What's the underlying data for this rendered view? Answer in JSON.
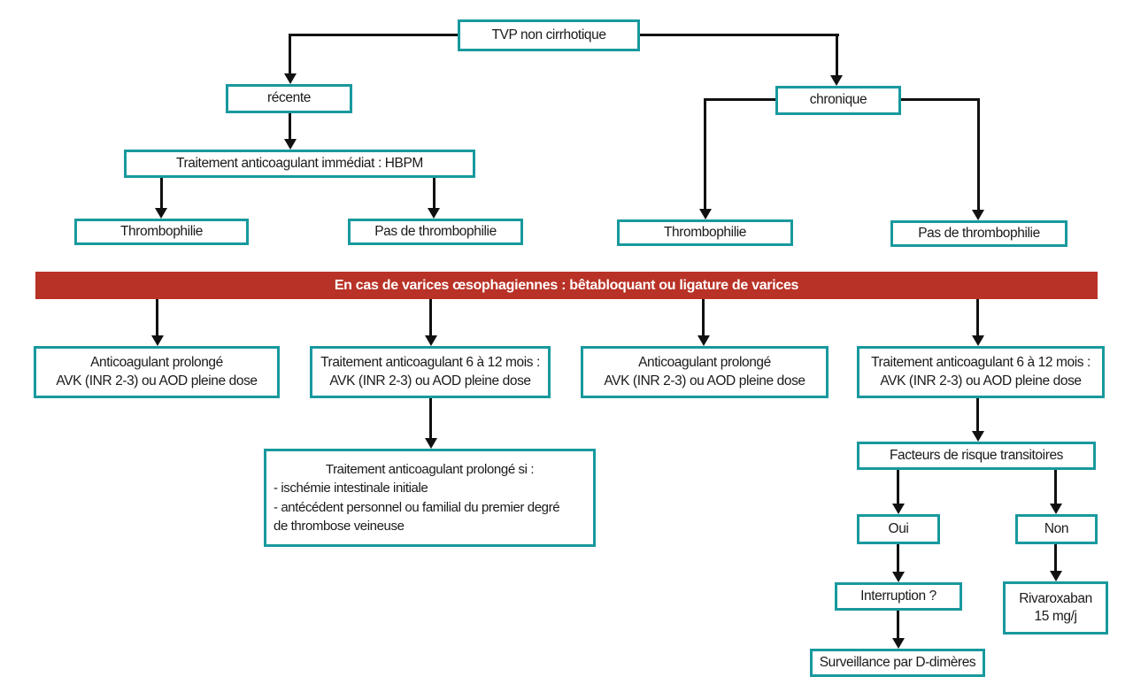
{
  "colors": {
    "teal": "#18999e",
    "red": "#b93227",
    "line": "#111111",
    "text": "#1a1a1a",
    "banner_text": "#ffffff"
  },
  "banner": {
    "label": "En cas de varices œsophagiennes : bêtabloquant ou ligature de varices"
  },
  "nodes": {
    "tvp": {
      "label": "TVP non cirrhotique"
    },
    "recente": {
      "label": "récente"
    },
    "chronique": {
      "label": "chronique"
    },
    "hbpm": {
      "label": "Traitement anticoagulant immédiat : HBPM"
    },
    "thrombophilie_recente": {
      "label": "Thrombophilie"
    },
    "pas_thrombophilie_recente": {
      "label": "Pas de thrombophilie"
    },
    "thrombophilie_chronique": {
      "label": "Thrombophilie"
    },
    "pas_thrombophilie_chronique": {
      "label": "Pas de thrombophilie"
    },
    "anticoag_prolonge_recente": {
      "lines": [
        "Anticoagulant prolongé",
        "AVK (INR 2-3) ou AOD pleine dose"
      ]
    },
    "anticoag_6_12_recente": {
      "lines": [
        "Traitement anticoagulant 6 à 12 mois :",
        "AVK (INR 2-3) ou AOD pleine dose"
      ]
    },
    "anticoag_prolonge_chronique": {
      "lines": [
        "Anticoagulant prolongé",
        "AVK (INR 2-3) ou AOD pleine dose"
      ]
    },
    "anticoag_6_12_chronique": {
      "lines": [
        "Traitement anticoagulant 6 à 12 mois :",
        "AVK (INR 2-3) ou AOD pleine dose"
      ]
    },
    "prolonge_si": {
      "title": "Traitement anticoagulant prolongé si :",
      "items": [
        "- ischémie intestinale initiale",
        "- antécédent personnel ou familial du premier degré",
        "de thrombose veineuse"
      ]
    },
    "facteurs": {
      "label": "Facteurs de risque transitoires"
    },
    "oui": {
      "label": "Oui"
    },
    "non": {
      "label": "Non"
    },
    "interruption": {
      "label": "Interruption ?"
    },
    "rivaroxaban": {
      "lines": [
        "Rivaroxaban",
        "15 mg/j"
      ]
    },
    "surveillance": {
      "label": "Surveillance par D-dimères"
    }
  }
}
